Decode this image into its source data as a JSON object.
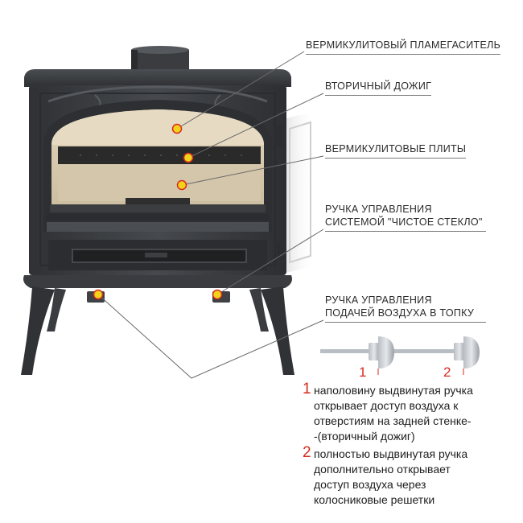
{
  "labels": {
    "flame_baffle": "ВЕРМИКУЛИТОВЫЙ ПЛАМЕГАСИТЕЛЬ",
    "secondary_burn": "ВТОРИЧНЫЙ ДОЖИГ",
    "plates": "ВЕРМИКУЛИТОВЫЕ ПЛИТЫ",
    "clean_glass_line1": "РУЧКА УПРАВЛЕНИЯ",
    "clean_glass_line2": "СИСТЕМОЙ \"ЧИСТОЕ СТЕКЛО\"",
    "air_supply_line1": "РУЧКА УПРАВЛЕНИЯ",
    "air_supply_line2": "ПОДАЧЕЙ ВОЗДУХА В ТОПКУ"
  },
  "positions": {
    "pos1": "1",
    "pos2": "2"
  },
  "notes": [
    {
      "num": "1",
      "lines": [
        "наполовину выдвинутая ручка",
        "открывает доступ воздуха к",
        "отверстиям на задней стенке-",
        "-(вторичный дожиг)"
      ]
    },
    {
      "num": "2",
      "lines": [
        "полностью выдвинутая ручка",
        "дополнительно открывает",
        "доступ воздуха через",
        "колосниковые решетки"
      ]
    }
  ],
  "colors": {
    "accent_red": "#d52b1e",
    "marker_yellow": "#f2d21a",
    "stove_body": "#3b3d40",
    "vermiculite": "#d7c8ad"
  }
}
